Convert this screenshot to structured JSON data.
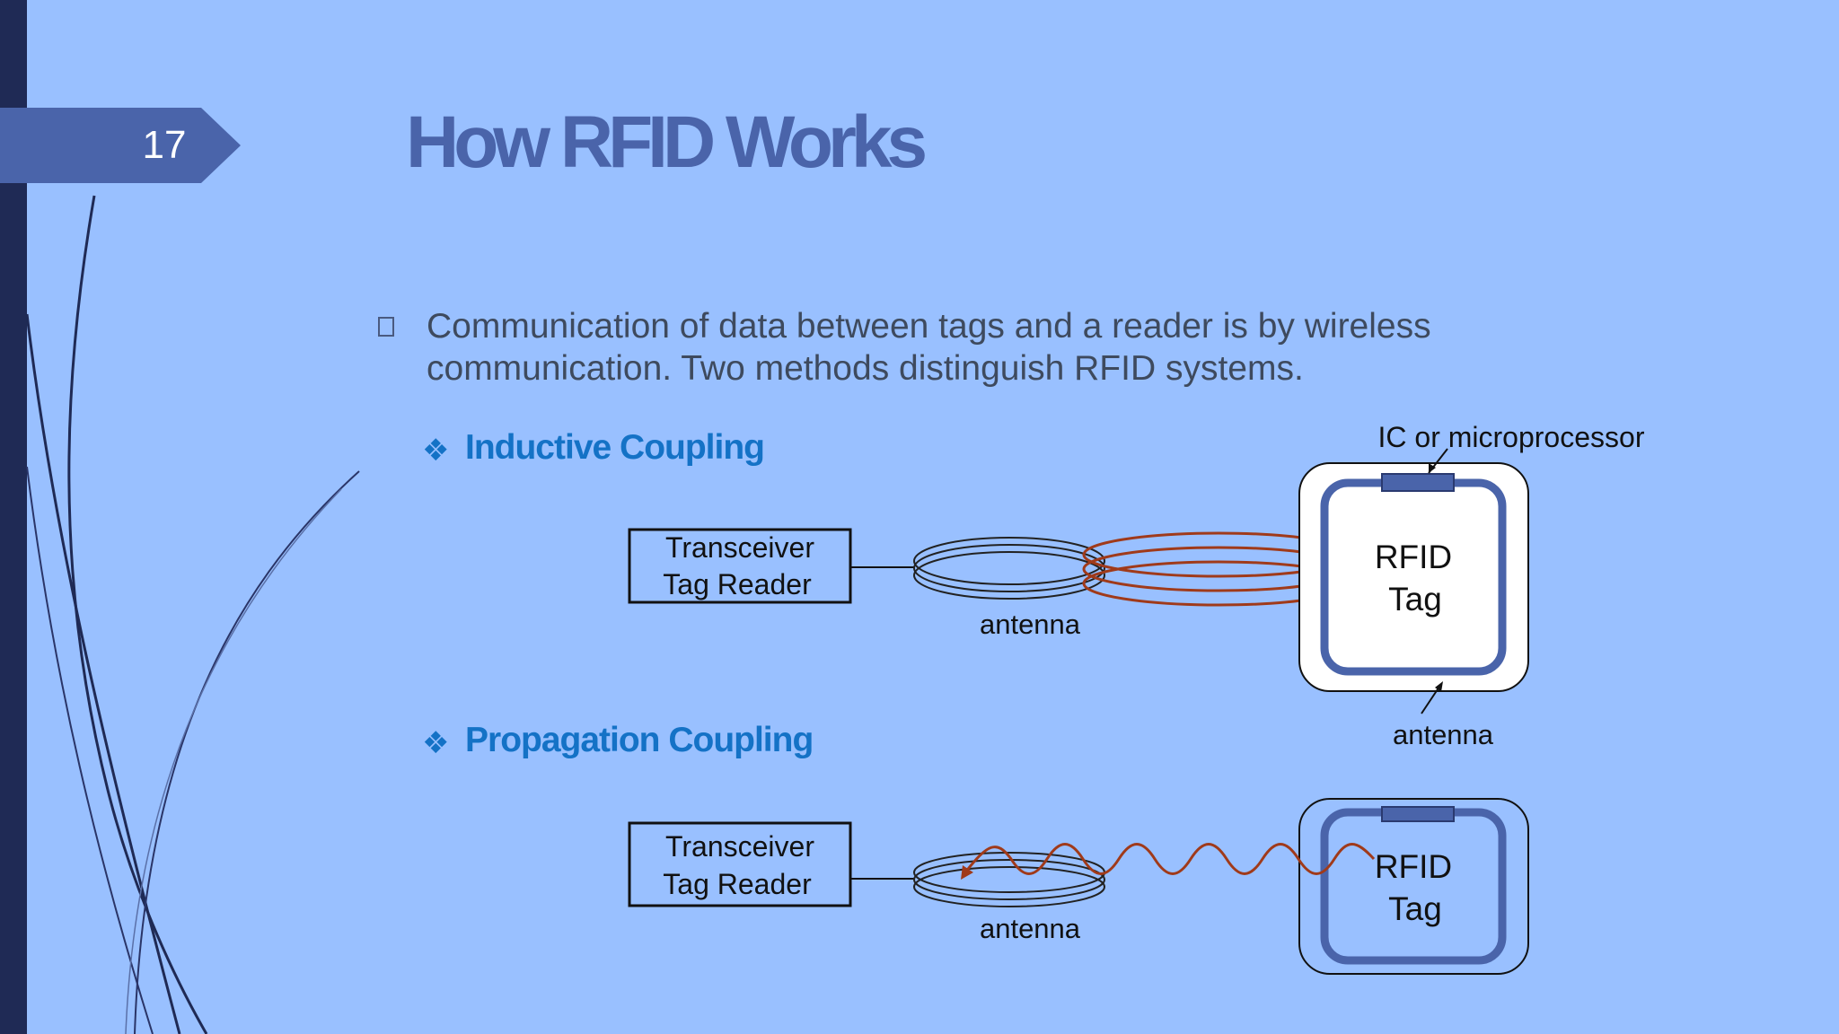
{
  "slide": {
    "number": "17",
    "title": "How RFID Works",
    "body_text": "Communication of data between tags and a reader is by wireless communication. Two methods distinguish RFID systems."
  },
  "sections": [
    {
      "label": "Inductive Coupling",
      "bullet": "❖"
    },
    {
      "label": "Propagation Coupling",
      "bullet": "❖"
    }
  ],
  "inductive": {
    "reader_line1": "Transceiver",
    "reader_line2": "Tag Reader",
    "antenna_label": "antenna",
    "ic_label": "IC or microprocessor",
    "tag_line1": "RFID",
    "tag_line2": "Tag",
    "tag_antenna_label": "antenna"
  },
  "propagation": {
    "reader_line1": "Transceiver",
    "reader_line2": "Tag Reader",
    "antenna_label": "antenna",
    "tag_line1": "RFID",
    "tag_line2": "Tag"
  },
  "colors": {
    "background": "#99c0ff",
    "title": "#4a64aa",
    "section": "#1472c6",
    "field": "#a03a1a",
    "tag_border": "#4a64aa"
  }
}
